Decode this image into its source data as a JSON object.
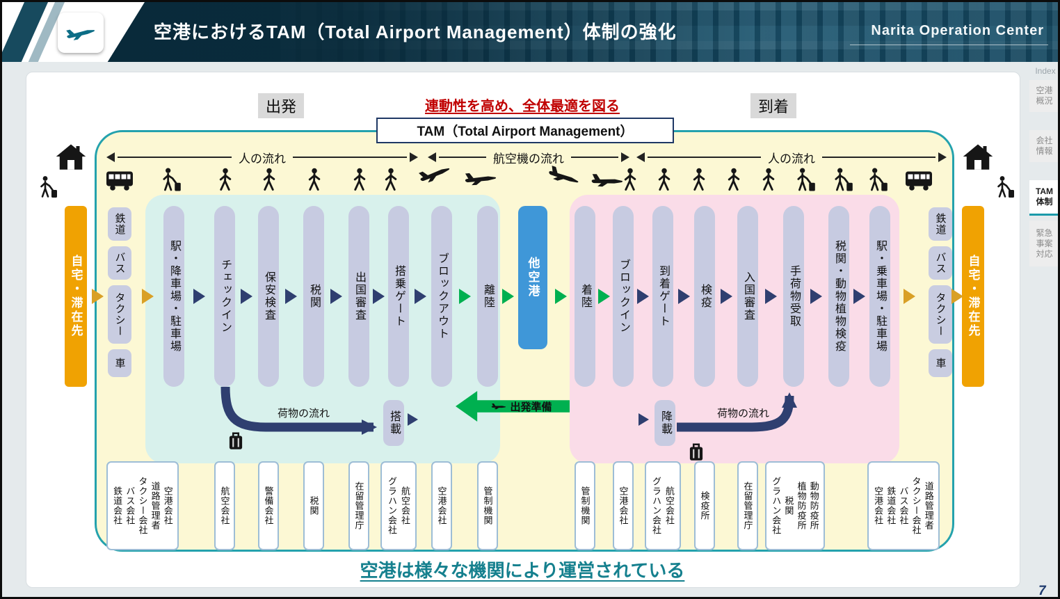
{
  "slide": {
    "page_number": "7"
  },
  "header": {
    "title": "空港におけるTAM（Total Airport Management）体制の強化",
    "brand": "Narita Operation Center"
  },
  "sidebar": {
    "index_label": "Index",
    "items": [
      {
        "label": "空港\n概況"
      },
      {
        "label": "会社\n情報"
      },
      {
        "label": "TAM\n体制"
      },
      {
        "label": "緊急\n事案\n対応"
      }
    ]
  },
  "banner": {
    "departure": "出発",
    "arrival": "到着",
    "headline": "連動性を高め、全体最適を図る",
    "tam": "TAM（Total Airport Management）"
  },
  "flow_labels": {
    "people_left": "人の流れ",
    "aircraft": "航空機の流れ",
    "people_right": "人の流れ"
  },
  "home": {
    "left": "自宅・滞在先",
    "right": "自宅・滞在先"
  },
  "transport_left": [
    "鉄道",
    "バス",
    "タクシー",
    "車"
  ],
  "transport_right": [
    "鉄道",
    "バス",
    "タクシー",
    "車"
  ],
  "stages_departure": [
    "駅・降車場・駐車場",
    "チェックイン",
    "保安検査",
    "税関",
    "出国審査",
    "搭乗ゲート",
    "ブロックアウト",
    "離陸"
  ],
  "other_airport": "他空港",
  "stages_arrival": [
    "着陸",
    "ブロックイン",
    "到着ゲート",
    "検疫",
    "入国審査",
    "手荷物受取",
    "税関・動物植物検疫",
    "駅・乗車場・駐車場"
  ],
  "baggage": {
    "label_left": "荷物の流れ",
    "load": "搭載",
    "unload": "降載",
    "label_right": "荷物の流れ",
    "prep": "出発準備"
  },
  "orgs": {
    "access_left": [
      "鉄道会社",
      "バス会社",
      "タクシー会社",
      "道路管理者",
      "空港会社"
    ],
    "checkin": "航空会社",
    "security": "警備会社",
    "customs_dep": "税関",
    "immigration_dep": "在留管理庁",
    "boarding": [
      "グラハン会社",
      "航空会社"
    ],
    "blockout": "空港会社",
    "takeoff": "管制機関",
    "landing": "管制機関",
    "blockin": "空港会社",
    "arrival_gate": [
      "グラハン会社",
      "航空会社"
    ],
    "quarantine": "検疫所",
    "immigration_arr": "在留管理庁",
    "baggage_customs": [
      "グラハン会社",
      "税関",
      "植物防疫所",
      "動物防疫所"
    ],
    "access_right": [
      "空港会社",
      "鉄道会社",
      "バス会社",
      "タクシー会社",
      "道路管理者"
    ]
  },
  "footer": {
    "headline": "空港は様々な機関により運営されている"
  },
  "icons": {
    "logo": "airplane-icon",
    "home": "house-icon",
    "traveler": "person-with-luggage-icon",
    "walker": "walking-person-icon",
    "bus": "bus-icon",
    "plane": "airplane-icon",
    "luggage": "suitcase-icon"
  },
  "colors": {
    "accent_teal": "#1b9aaa",
    "headline_red": "#c00000",
    "footer_teal": "#15808e",
    "arrow_navy": "#2f3f70",
    "arrow_green": "#00b050",
    "arrow_orange": "#d9a026",
    "home_bar": "#f0a202",
    "stage_pill": "#c7cbe1",
    "other_airport_blue": "#3f97d8",
    "zone_cyan": "#d8f1ec",
    "zone_pink": "#fadce8",
    "diagram_yellow": "#fcf8d4"
  }
}
